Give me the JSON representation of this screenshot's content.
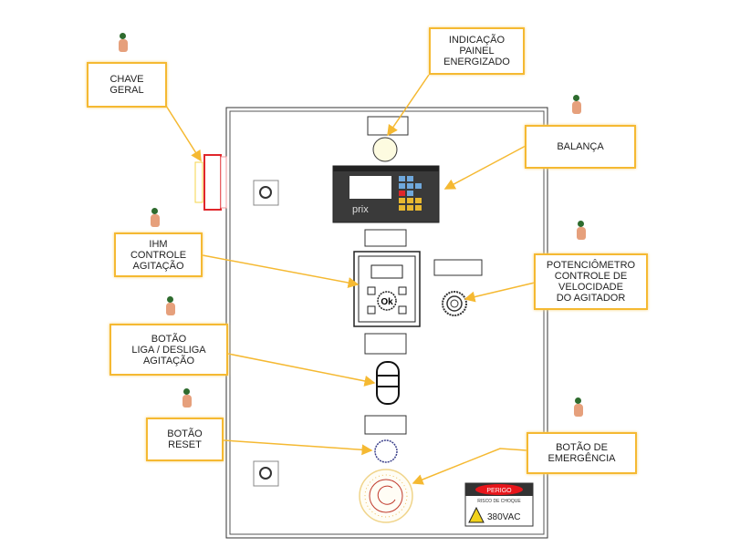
{
  "callouts": {
    "chave_geral": "CHAVE\nGERAL",
    "indicacao": "INDICAÇÃO\nPAINEL\nENERGIZADO",
    "balanca": "BALANÇA",
    "ihm": "IHM\nCONTROLE\nAGITAÇÃO",
    "potenciometro": "POTENCIÔMETRO\nCONTROLE DE\nVELOCIDADE\nDO AGITADOR",
    "botao_liga": "BOTÃO\nLIGA / DESLIGA\nAGITAÇÃO",
    "botao_reset": "BOTÃO\nRESET",
    "botao_emergencia": "BOTÃO DE\nEMERGÊNCIA"
  },
  "panel": {
    "scale_brand": "prix",
    "hmi_ok": "Ok",
    "warning": {
      "title": "PERIGO",
      "subtitle": "RISCO DE CHOQUE",
      "voltage": "380VAC"
    }
  },
  "colors": {
    "callout_border": "#f5b932",
    "arrow": "#f5b932",
    "warning_red": "#e8161b",
    "switch_red": "#e0262b"
  }
}
